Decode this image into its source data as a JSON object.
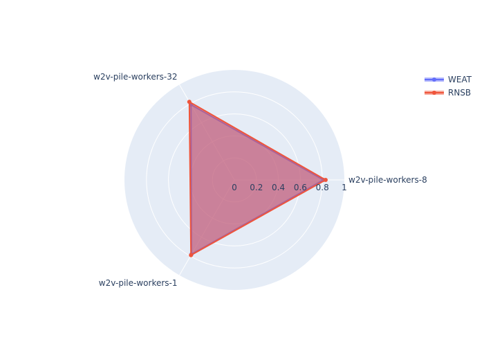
{
  "chart_data": {
    "type": "radar",
    "title": "",
    "categories": [
      "w2v-pile-workers-8",
      "w2v-pile-workers-32",
      "w2v-pile-workers-1"
    ],
    "radial_axis": {
      "range": [
        0,
        1
      ],
      "ticks": [
        0,
        0.2,
        0.4,
        0.6,
        0.8,
        1
      ],
      "tick_labels": [
        "0",
        "0.2",
        "0.4",
        "0.6",
        "0.8",
        "1"
      ],
      "grid": true
    },
    "series": [
      {
        "name": "WEAT",
        "values": [
          0.81,
          0.79,
          0.78
        ],
        "color": "#636efa"
      },
      {
        "name": "RNSB",
        "values": [
          0.83,
          0.82,
          0.79
        ],
        "color": "#ef553b"
      }
    ],
    "legend_position": "top-right",
    "background_color": "#e5ecf6"
  }
}
